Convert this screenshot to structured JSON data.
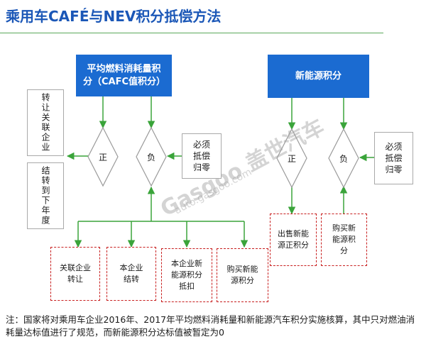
{
  "title": "乘用车CAFÉ与NEV积分抵偿方法",
  "blocks": {
    "cafc_header": "平均燃料消耗量积分（CAFC值积分）",
    "nev_header": "新能源积分",
    "transfer_affiliate": "转让关联企业",
    "carry_forward": "结转到下年度",
    "cafc_offset_zero": "必须抵偿归零",
    "nev_offset_zero": "必须抵偿归零"
  },
  "decisions": {
    "cafc_positive": "正",
    "cafc_negative": "负",
    "nev_positive": "正",
    "nev_negative": "负"
  },
  "sources": {
    "affiliate_transfer": "关联企业转让",
    "own_carry": "本企业结转",
    "own_nev_offset": "本企业新能源积分抵扣",
    "buy_nev": "购买新能源积分",
    "sell_nev": "出售新能源正积分",
    "buy_nev_right": "购买新能源积分"
  },
  "watermark": {
    "brand": "Gasgoo 盖世汽车",
    "url": "auto.gasgoo.com"
  },
  "note": "注：国家将对乘用车企业2016年、2017年平均燃料消耗量和新能源汽车积分实施核算，其中只对燃油消耗量达标值进行了规范，而新能源积分达标值被暂定为0",
  "colors": {
    "title": "#1b57b7",
    "header_fill": "#1b6bd1",
    "arrow": "#3aa43a",
    "dashed_border": "#c81e1e"
  }
}
